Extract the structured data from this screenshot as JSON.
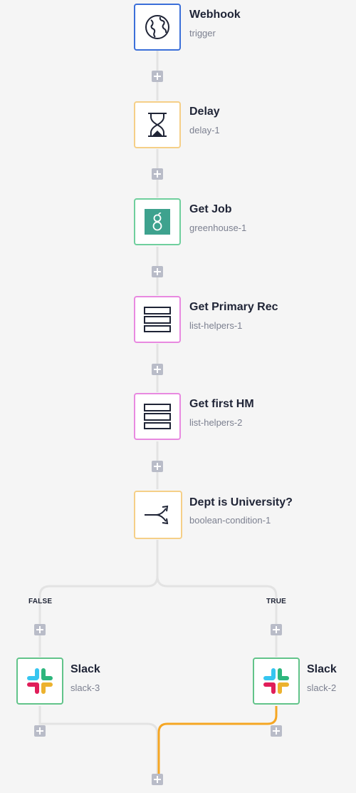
{
  "colors": {
    "webhook_border": "#3b6fd9",
    "delay_border": "#f5cf87",
    "greenhouse_border": "#6fcf9d",
    "list_helper_border": "#e889e0",
    "condition_border": "#f5cf87",
    "slack_border": "#62c48a",
    "active_path": "#f5a623",
    "connector": "#e3e3e3",
    "plus_button": "#b9bcc8",
    "greenhouse_tile": "#3ea28e"
  },
  "steps": [
    {
      "title": "Webhook",
      "subtitle": "trigger",
      "icon": "globe-icon"
    },
    {
      "title": "Delay",
      "subtitle": "delay-1",
      "icon": "hourglass-icon"
    },
    {
      "title": "Get Job",
      "subtitle": "greenhouse-1",
      "icon": "greenhouse-icon"
    },
    {
      "title": "Get Primary Rec",
      "subtitle": "list-helpers-1",
      "icon": "list-helpers-icon"
    },
    {
      "title": "Get first HM",
      "subtitle": "list-helpers-2",
      "icon": "list-helpers-icon"
    },
    {
      "title": "Dept is University?",
      "subtitle": "boolean-condition-1",
      "icon": "branch-icon"
    }
  ],
  "branches": {
    "false": {
      "label": "FALSE",
      "title": "Slack",
      "subtitle": "slack-3",
      "icon": "slack-icon"
    },
    "true": {
      "label": "TRUE",
      "title": "Slack",
      "subtitle": "slack-2",
      "icon": "slack-icon"
    }
  }
}
